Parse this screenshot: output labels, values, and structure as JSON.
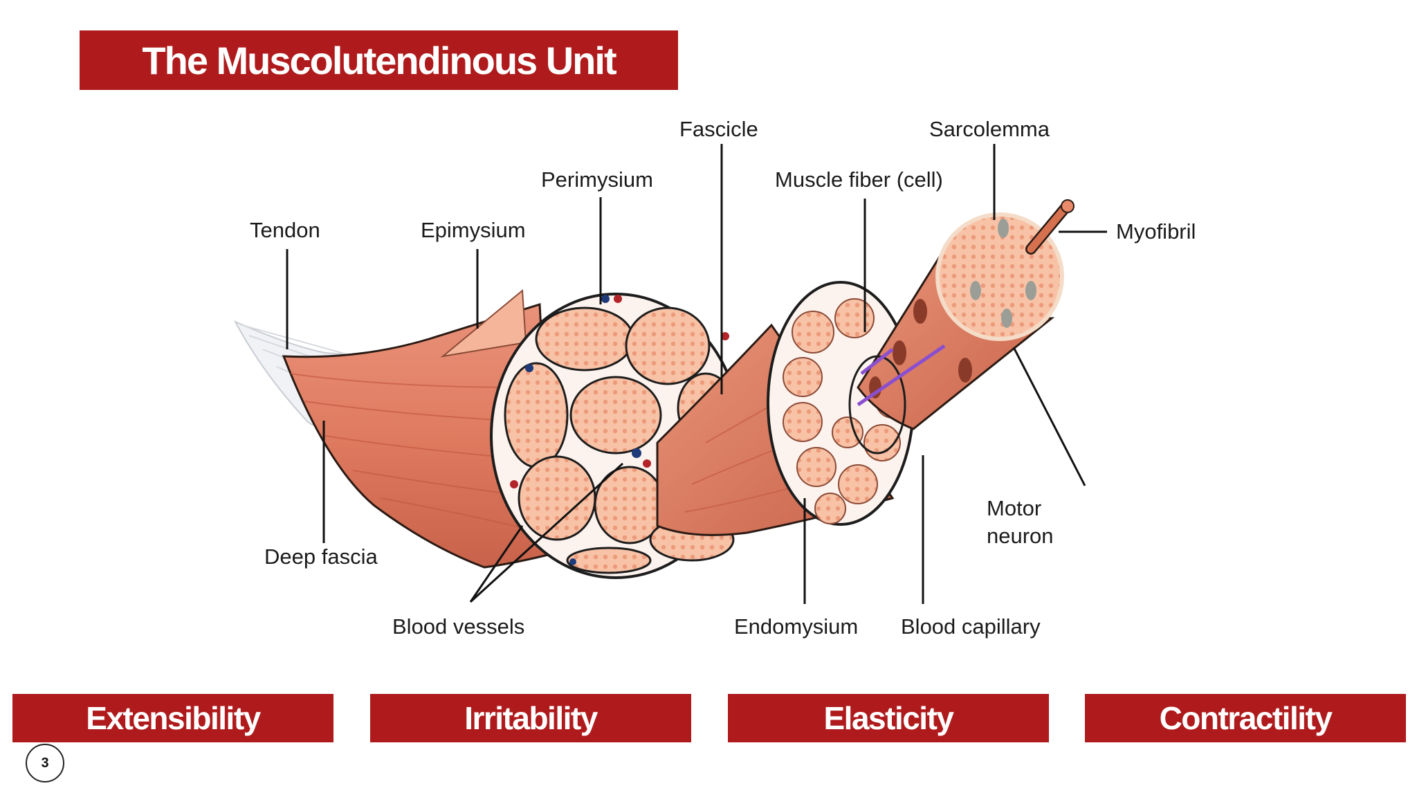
{
  "title": "The Muscolutendinous Unit",
  "labels": {
    "tendon": "Tendon",
    "epimysium": "Epimysium",
    "perimysium": "Perimysium",
    "fascicle": "Fascicle",
    "muscle_fiber": "Muscle fiber (cell)",
    "sarcolemma": "Sarcolemma",
    "myofibril": "Myofibril",
    "deep_fascia": "Deep fascia",
    "blood_vessels": "Blood vessels",
    "endomysium": "Endomysium",
    "blood_capillary": "Blood capillary",
    "motor_neuron_1": "Motor",
    "motor_neuron_2": "neuron"
  },
  "properties": [
    "Extensibility",
    "Irritability",
    "Elasticity",
    "Contractility"
  ],
  "page_number": "3",
  "colors": {
    "accent": "#af1a1c",
    "muscle": "#e8896a",
    "muscle_light": "#f6b99c",
    "muscle_dark": "#c8604a",
    "tissue_white": "#fdf3ee"
  }
}
